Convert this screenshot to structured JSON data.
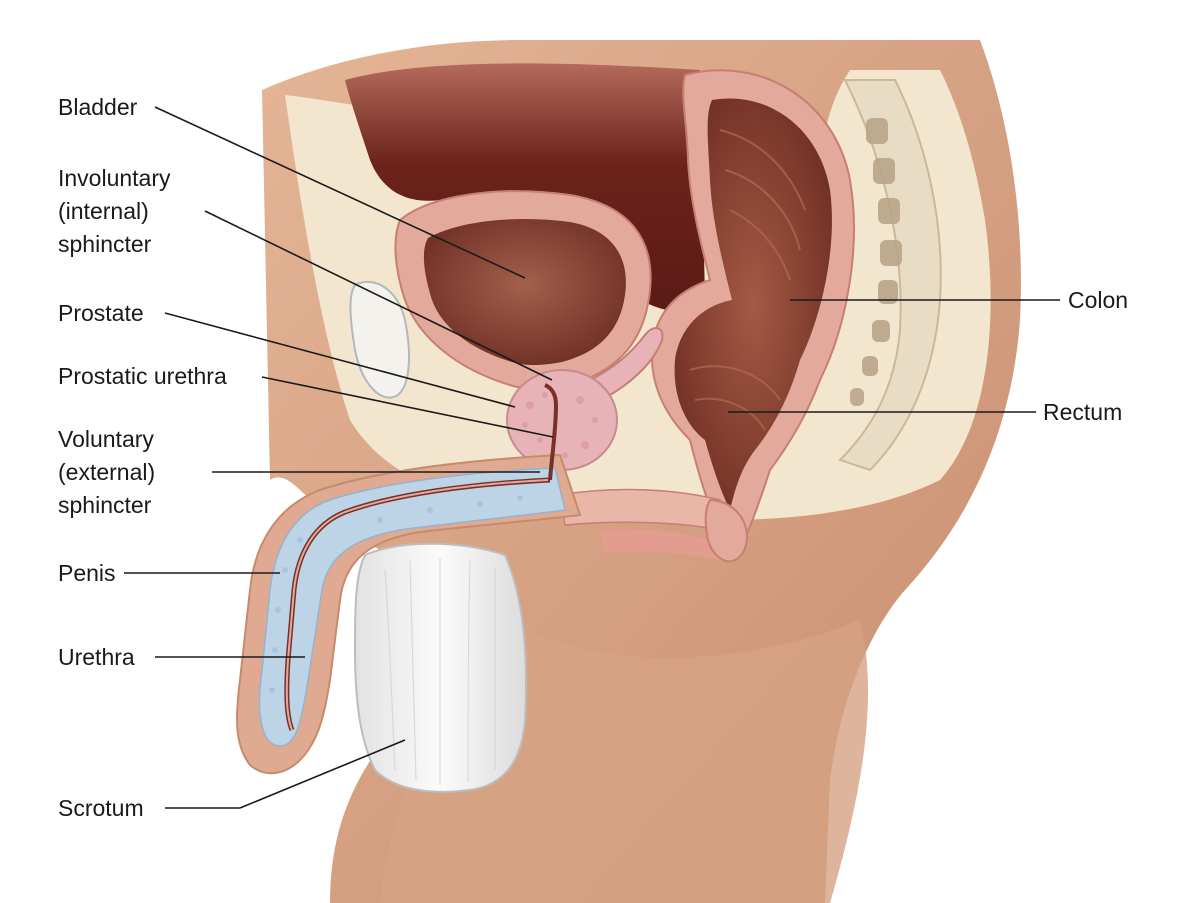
{
  "labels": {
    "bladder": "Bladder",
    "involuntary_sphincter": [
      "Involuntary",
      "(internal)",
      "sphincter"
    ],
    "prostate": "Prostate",
    "prostatic_urethra": "Prostatic urethra",
    "voluntary_sphincter": [
      "Voluntary",
      "(external)",
      "sphincter"
    ],
    "penis": "Penis",
    "urethra": "Urethra",
    "scrotum": "Scrotum",
    "colon": "Colon",
    "rectum": "Rectum"
  },
  "colors": {
    "skin": "#d9a98a",
    "skin_shadow": "#c68b6c",
    "tissue": "#f3e6cf",
    "muscle_wall": "#e3a99c",
    "cavity": "#7a3028",
    "bladder_inner": "#8f4a3c",
    "prostate": "#e7b3b6",
    "erectile_tissue": "#bcd4e6",
    "scrotum": "#eeeeee",
    "bone": "#e8dcc4",
    "leader": "#1a1a1a"
  }
}
